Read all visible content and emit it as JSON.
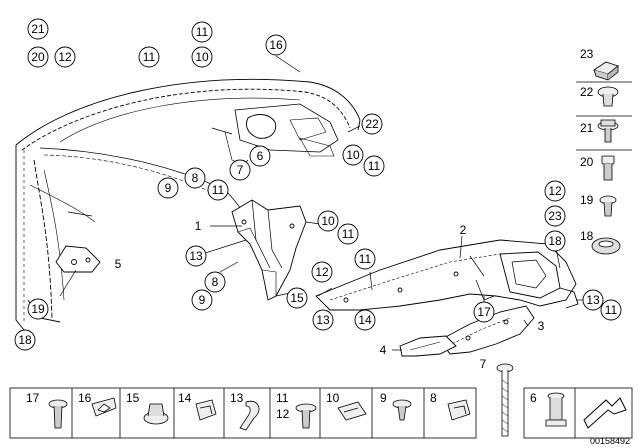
{
  "callouts_circled": [
    {
      "id": "c21a",
      "label": "21"
    },
    {
      "id": "c20a",
      "label": "20"
    },
    {
      "id": "c12a",
      "label": "12"
    },
    {
      "id": "c11a",
      "label": "11"
    },
    {
      "id": "c11b",
      "label": "11"
    },
    {
      "id": "c10a",
      "label": "10"
    },
    {
      "id": "c16a",
      "label": "16"
    },
    {
      "id": "c22a",
      "label": "22"
    },
    {
      "id": "c10b",
      "label": "10"
    },
    {
      "id": "c11c",
      "label": "11"
    },
    {
      "id": "c6a",
      "label": "6"
    },
    {
      "id": "c7a",
      "label": "7"
    },
    {
      "id": "c8a",
      "label": "8"
    },
    {
      "id": "c9a",
      "label": "9"
    },
    {
      "id": "c11d",
      "label": "11"
    },
    {
      "id": "c10c",
      "label": "10"
    },
    {
      "id": "c11e",
      "label": "11"
    },
    {
      "id": "c13a",
      "label": "13"
    },
    {
      "id": "c8b",
      "label": "8"
    },
    {
      "id": "c9b",
      "label": "9"
    },
    {
      "id": "c12b",
      "label": "12"
    },
    {
      "id": "c11f",
      "label": "11"
    },
    {
      "id": "c15a",
      "label": "15"
    },
    {
      "id": "c13b",
      "label": "13"
    },
    {
      "id": "c14a",
      "label": "14"
    },
    {
      "id": "c17a",
      "label": "17"
    },
    {
      "id": "c12c",
      "label": "12"
    },
    {
      "id": "c23a",
      "label": "23"
    },
    {
      "id": "c18a",
      "label": "18"
    },
    {
      "id": "c13c",
      "label": "13"
    },
    {
      "id": "c11g",
      "label": "11"
    },
    {
      "id": "c19a",
      "label": "19"
    },
    {
      "id": "c18b",
      "label": "18"
    }
  ],
  "callouts_plain": [
    {
      "id": "p1",
      "label": "1"
    },
    {
      "id": "p2",
      "label": "2"
    },
    {
      "id": "p3",
      "label": "3"
    },
    {
      "id": "p4",
      "label": "4"
    },
    {
      "id": "p5",
      "label": "5"
    },
    {
      "id": "p7",
      "label": "7"
    }
  ],
  "side_legend": [
    {
      "id": "s23",
      "label": "23"
    },
    {
      "id": "s22",
      "label": "22"
    },
    {
      "id": "s21",
      "label": "21"
    },
    {
      "id": "s20",
      "label": "20"
    },
    {
      "id": "s19",
      "label": "19"
    },
    {
      "id": "s18",
      "label": "18"
    }
  ],
  "bottom_legend": [
    {
      "id": "b17",
      "label": "17"
    },
    {
      "id": "b16",
      "label": "16"
    },
    {
      "id": "b15",
      "label": "15"
    },
    {
      "id": "b14",
      "label": "14"
    },
    {
      "id": "b13",
      "label": "13"
    },
    {
      "id": "b11",
      "label": "11"
    },
    {
      "id": "b12",
      "label": "12"
    },
    {
      "id": "b10",
      "label": "10"
    },
    {
      "id": "b9",
      "label": "9"
    },
    {
      "id": "b8",
      "label": "8"
    },
    {
      "id": "b6",
      "label": "6"
    }
  ],
  "document_id": "00158492",
  "colors": {
    "line": "#000000",
    "background": "#ffffff",
    "fill_part": "#eeeeee"
  }
}
